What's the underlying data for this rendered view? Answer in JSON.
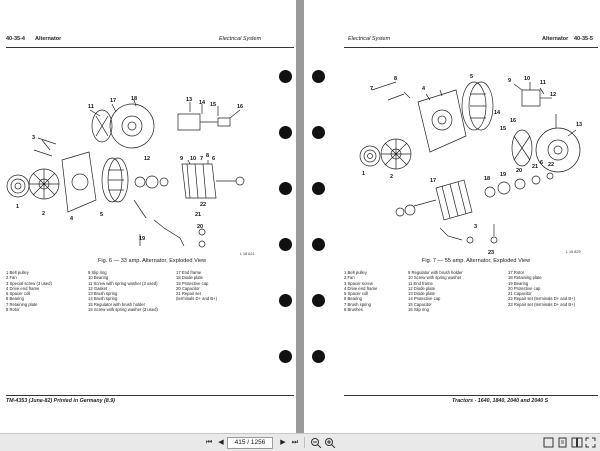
{
  "left_page": {
    "header_number": "40-35-4",
    "header_title": "Alternator",
    "header_section": "Electrical System",
    "figure_caption": "Fig. 6 — 33 amp. Alternator, Exploded View",
    "figure_ref": "L 16 621",
    "legend_col1": [
      "1  Belt pulley",
      "2  Fan",
      "3  Special screw (3 used)",
      "4  Drive end frame",
      "5  Spacer coll",
      "6  Bearing",
      "7  Retaining plate",
      "8  Rotor"
    ],
    "legend_col2": [
      "9  Slip ring",
      "10  Bearing",
      "11  Screw with spring washer (3 used)",
      "12  Gasket",
      "13  Brush spring",
      "14  Brush spring",
      "15  Regulator with brush holder",
      "16  Screw with spring washer (3 used)"
    ],
    "legend_col3": [
      "17  End frame",
      "18  Diode plate",
      "19  Protective cap",
      "20  Capacitor",
      "21  Repair set",
      "     (terminals D+ and B+)"
    ],
    "callouts": [
      "11",
      "17",
      "18",
      "13",
      "14",
      "15",
      "16",
      "3",
      "12",
      "9",
      "10",
      "7",
      "6",
      "8",
      "2",
      "1",
      "4",
      "5",
      "22",
      "21",
      "19",
      "20"
    ],
    "footer": "TM-4353 (June-82) Printed in Germany (8.9)"
  },
  "right_page": {
    "header_section": "Electrical System",
    "header_title": "Alternator",
    "header_number": "40-35-5",
    "figure_caption": "Fig. 7 — 55 amp. Alternator, Exploded View",
    "figure_ref": "L 16 829",
    "legend_col1": [
      "1  Belt pulley",
      "2  Fan",
      "3  Spacer screw",
      "4  Drive end frame",
      "5  Spacer coll",
      "6  Bearing",
      "7  Brush spring",
      "8  Brushes"
    ],
    "legend_col2": [
      "9  Regulator with brush holder",
      "10  Screw with spring washer",
      "11  End frame",
      "12  Diode plate",
      "13  Diode plate",
      "14  Protective cap",
      "15  Capacitor",
      "16  Slip ring"
    ],
    "legend_col3": [
      "17  Rotor",
      "18  Retaining plate",
      "19  Bearing",
      "20  Protective cap",
      "21  Capacitor",
      "22  Repair set (terminals D+ and B+)",
      "23  Repair set (terminals D+ and B+)"
    ],
    "callouts": [
      "7",
      "8",
      "9",
      "10",
      "11",
      "12",
      "4",
      "5",
      "14",
      "15",
      "16",
      "13",
      "6",
      "2",
      "1",
      "17",
      "18",
      "19",
      "20",
      "21",
      "22",
      "3",
      "23"
    ],
    "footer": "Tractors - 1640, 1840, 2040 and 2040 S"
  },
  "toolbar": {
    "page_value": "415 / 1256",
    "first_label": "⏮",
    "prev_label": "◀",
    "next_label": "▶",
    "last_label": "⏭"
  }
}
